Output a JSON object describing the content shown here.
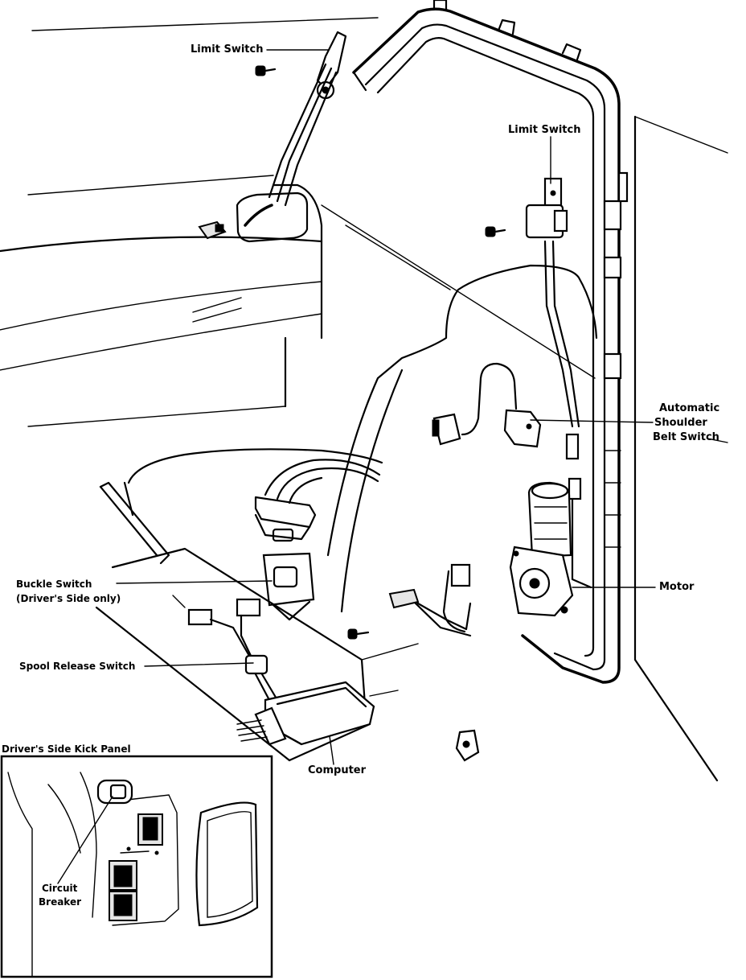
{
  "labels": {
    "limit_switch_top": "Limit Switch",
    "limit_switch_right": "Limit Switch",
    "automatic_shoulder_line1": "Automatic",
    "automatic_shoulder_line2": "Shoulder",
    "automatic_shoulder_line3": "Belt Switch",
    "motor": "Motor",
    "buckle_switch_line1": "Buckle Switch",
    "buckle_switch_line2": "(Driver's Side only)",
    "spool_release_switch": "Spool Release Switch",
    "computer": "Computer",
    "kick_panel_title": "Driver's Side Kick Panel",
    "circuit_breaker_line1": "Circuit",
    "circuit_breaker_line2": "Breaker"
  }
}
